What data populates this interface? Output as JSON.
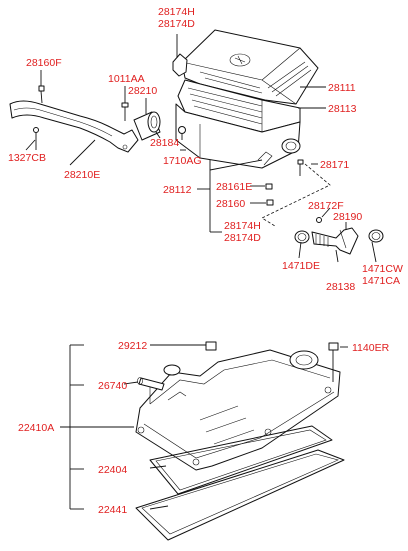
{
  "labels": {
    "p28174H_top": "28174H",
    "p28174D_top": "28174D",
    "p28160F": "28160F",
    "p1011AA": "1011AA",
    "p28210": "28210",
    "p28111": "28111",
    "p28113": "28113",
    "p28184": "28184",
    "p1327CB": "1327CB",
    "p28210E": "28210E",
    "p1710AG": "1710AG",
    "p28171": "28171",
    "p28112": "28112",
    "p28161E": "28161E",
    "p28160": "28160",
    "p28172F": "28172F",
    "p28190": "28190",
    "p28174H_bot": "28174H",
    "p28174D_bot": "28174D",
    "p1471DE": "1471DE",
    "p1471CW": "1471CW",
    "p1471CA": "1471CA",
    "p28138": "28138",
    "p29212": "29212",
    "p1140ER": "1140ER",
    "p26740": "26740",
    "p22410A": "22410A",
    "p22404": "22404",
    "p22441": "22441"
  }
}
